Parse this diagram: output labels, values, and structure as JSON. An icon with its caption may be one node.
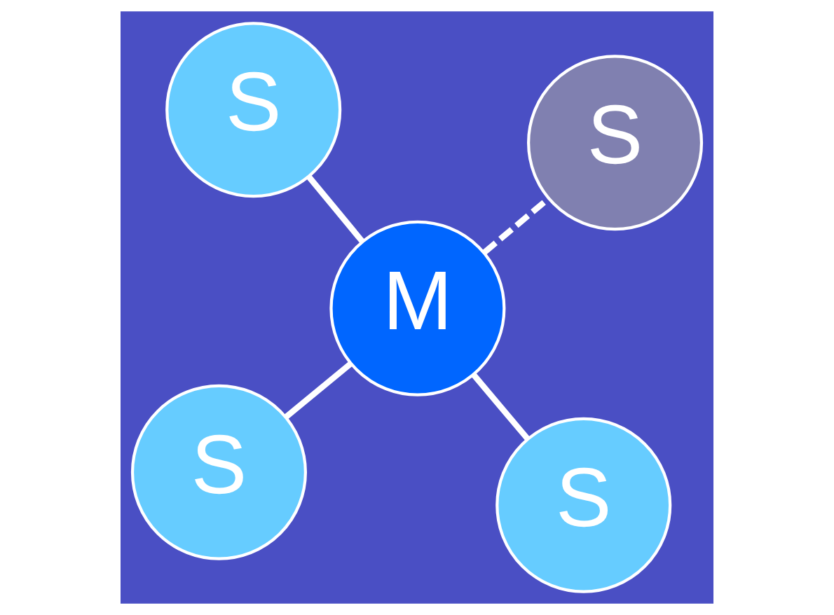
{
  "diagram": {
    "nodes": [
      {
        "text": [
          "S"
        ]
      },
      {
        "text": [
          "S"
        ]
      },
      {
        "text": [
          "M"
        ]
      },
      {
        "text": [
          "S"
        ]
      },
      {
        "text": [
          "S"
        ]
      }
    ],
    "edges": [
      {
        "from": 0,
        "to": 2,
        "arrow": "none"
      },
      {
        "from": 1,
        "to": 2,
        "arrow": "none"
      },
      {
        "from": 3,
        "to": 2,
        "arrow": "none"
      },
      {
        "from": 2,
        "to": 4,
        "arrow": "none",
        "style": "dashed"
      }
    ]
  }
}
